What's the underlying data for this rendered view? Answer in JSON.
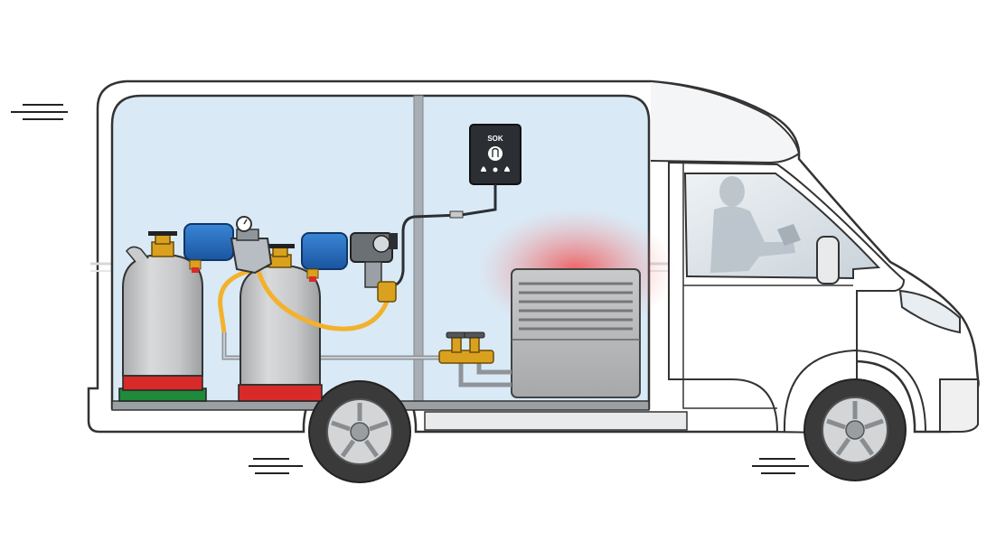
{
  "control_panel": {
    "brand": "SOK",
    "buttons": [
      "bottle-a",
      "standby",
      "bottle-b"
    ]
  },
  "components": {
    "van": "motorhome-van",
    "gas_bottles": [
      "gas-bottle-left",
      "gas-bottle-right"
    ],
    "heater": "gas-heater"
  },
  "colors": {
    "interior": "#d9eaf6",
    "van_body": "#ffffff",
    "outline": "#333333",
    "regulator": "#1f64b6",
    "brass": "#d9a11e",
    "hose": "#f3b12c",
    "bottle": "#c9cbcc",
    "bottle_base": "#d92a2a",
    "heater_glow": "#f04848"
  }
}
